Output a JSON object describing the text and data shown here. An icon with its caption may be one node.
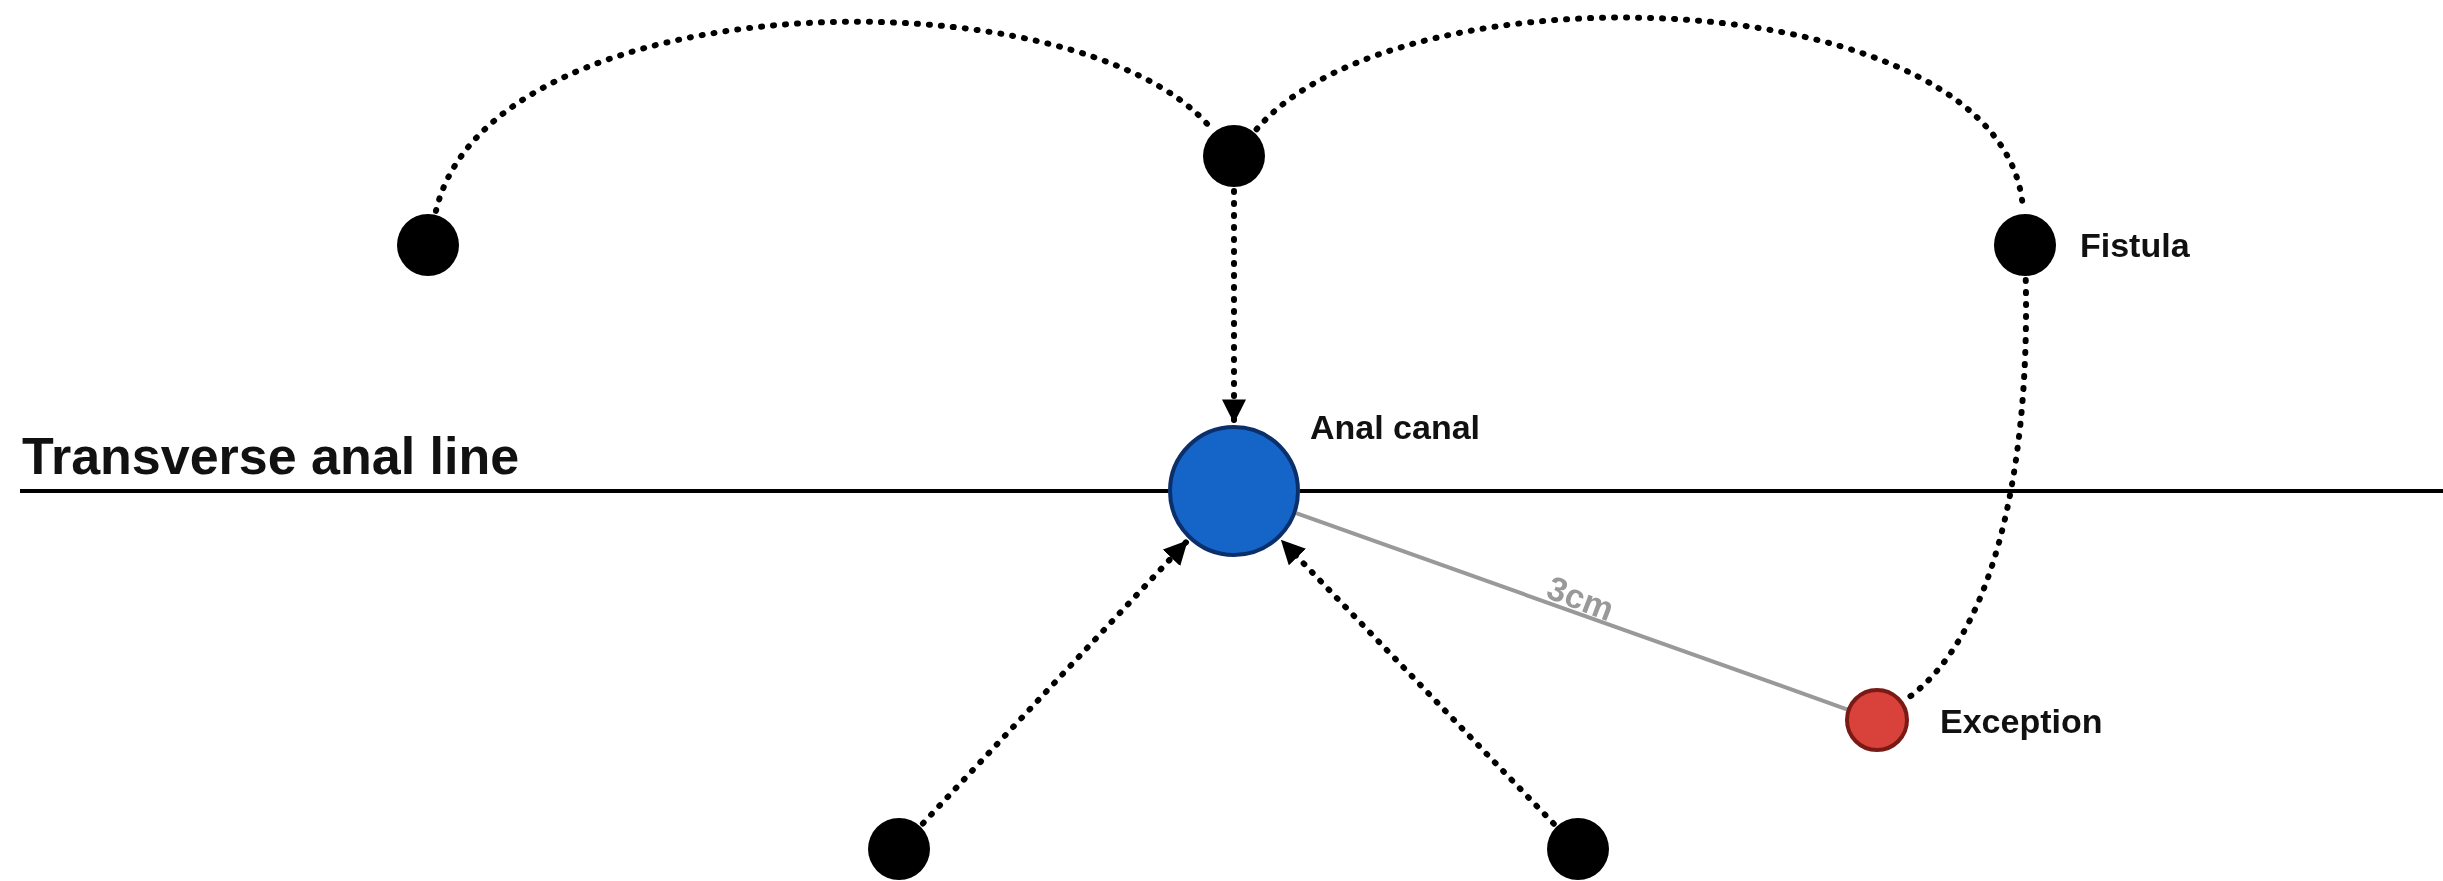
{
  "diagram": {
    "nodes": [
      {
        "text": [],
        "shape": "circle"
      },
      {
        "text": [],
        "shape": "circle"
      },
      {
        "text": [],
        "shape": "circle",
        "beside": [
          "Fistula"
        ]
      },
      {
        "text": [],
        "shape": "circle",
        "beside": [
          "Anal canal"
        ]
      },
      {
        "text": [],
        "shape": "circle",
        "beside": [
          "Exception"
        ]
      },
      {
        "text": [],
        "shape": "circle"
      },
      {
        "text": [],
        "shape": "circle"
      }
    ],
    "edges": [
      {
        "from": 0,
        "to": 1,
        "arrow": "none",
        "style": "dashed"
      },
      {
        "from": 1,
        "to": 3,
        "arrow": "to",
        "style": "dashed"
      },
      {
        "from": 1,
        "to": 2,
        "arrow": "none",
        "style": "dashed"
      },
      {
        "from": 2,
        "to": 4,
        "arrow": "none",
        "style": "dashed"
      },
      {
        "from": 5,
        "to": 3,
        "arrow": "to",
        "style": "dashed"
      },
      {
        "from": 6,
        "to": 3,
        "arrow": "to",
        "style": "dashed"
      }
    ],
    "labels": [
      "Transverse anal line",
      "3cm"
    ]
  }
}
